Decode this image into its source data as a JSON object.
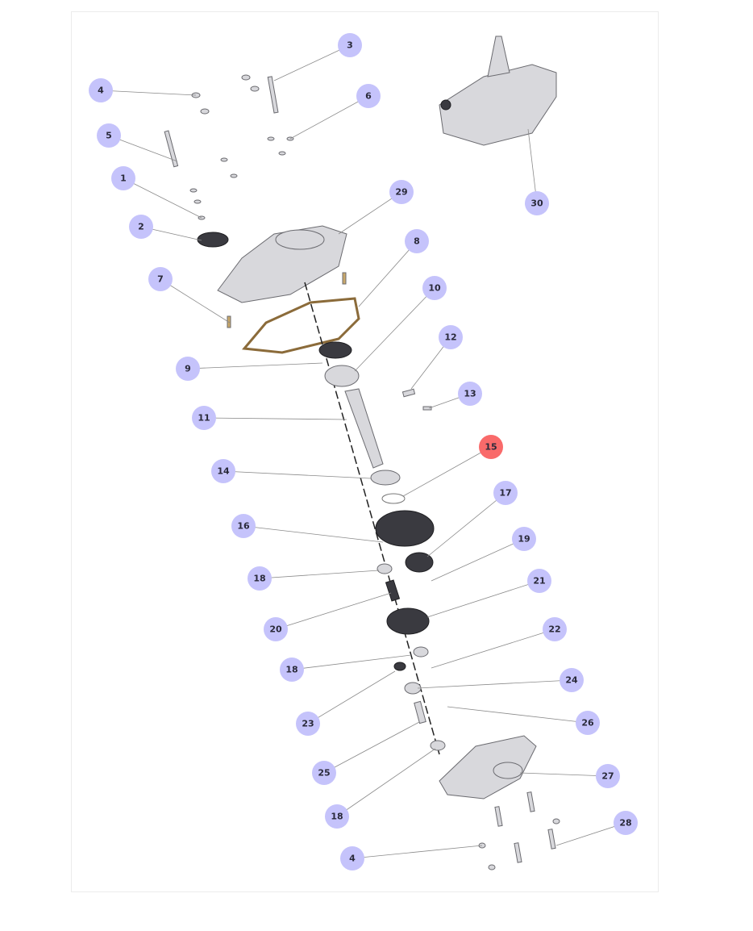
{
  "diagram": {
    "title": "Gearbox exploded parts view",
    "callout_color": "#c5c3fb",
    "highlight_color": "#f96a6a",
    "highlighted_callout": "15",
    "callouts": [
      "3",
      "4",
      "6",
      "5",
      "1",
      "29",
      "2",
      "30",
      "8",
      "7",
      "10",
      "12",
      "9",
      "13",
      "11",
      "15",
      "14",
      "17",
      "16",
      "19",
      "18",
      "21",
      "20",
      "22",
      "18",
      "24",
      "23",
      "26",
      "25",
      "27",
      "18",
      "28",
      "4"
    ]
  }
}
